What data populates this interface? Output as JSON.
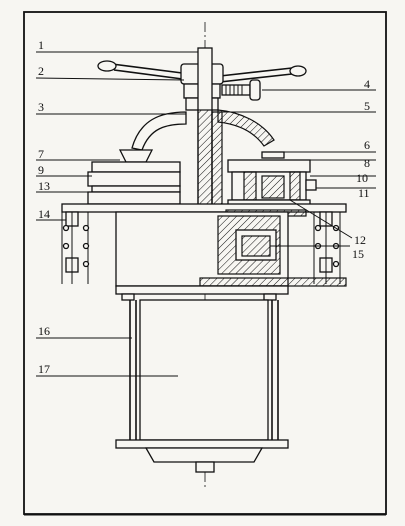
{
  "labels": [
    {
      "id": "1",
      "text": "1"
    },
    {
      "id": "2",
      "text": "2"
    },
    {
      "id": "3",
      "text": "3"
    },
    {
      "id": "4",
      "text": "4"
    },
    {
      "id": "5",
      "text": "5"
    },
    {
      "id": "6",
      "text": "6"
    },
    {
      "id": "7",
      "text": "7"
    },
    {
      "id": "8",
      "text": "8"
    },
    {
      "id": "9",
      "text": "9"
    },
    {
      "id": "10",
      "text": "10"
    },
    {
      "id": "11",
      "text": "11"
    },
    {
      "id": "12",
      "text": "12"
    },
    {
      "id": "13",
      "text": "13"
    },
    {
      "id": "14",
      "text": "14"
    },
    {
      "id": "15",
      "text": "15"
    },
    {
      "id": "16",
      "text": "16"
    },
    {
      "id": "17",
      "text": "17"
    }
  ],
  "colors": {
    "ink": "#111111",
    "paper": "#f7f6f2"
  }
}
